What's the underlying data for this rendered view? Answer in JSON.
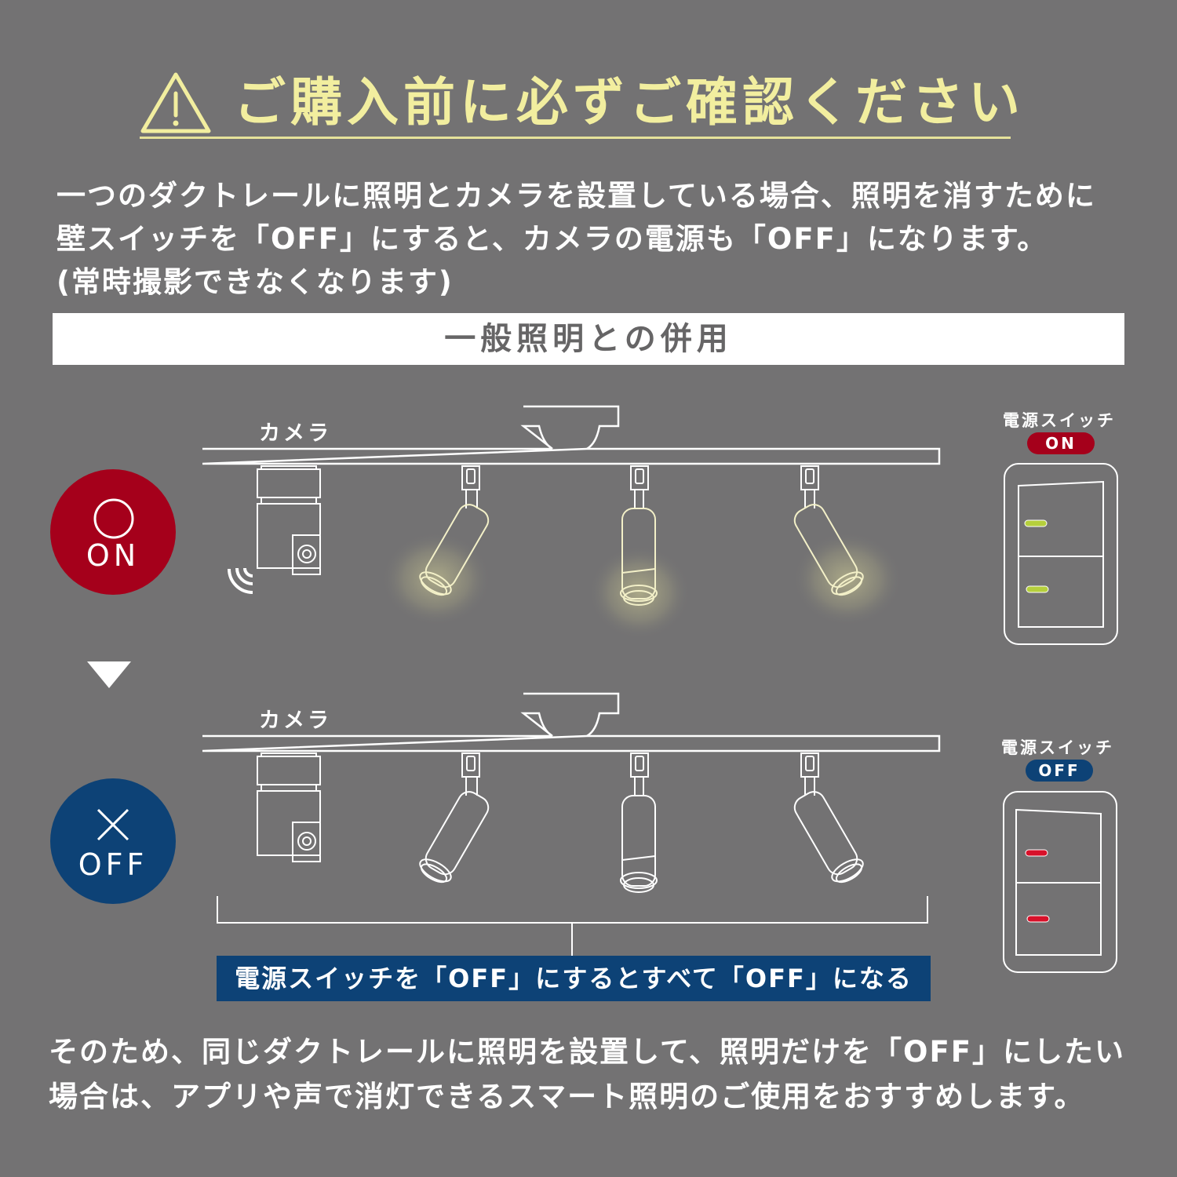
{
  "header": {
    "title": "ご購入前に必ずご確認ください",
    "icon": "warning-triangle-icon",
    "title_color": "#f2ee9f"
  },
  "intro": {
    "lines": [
      "一つのダクトレールに照明とカメラを設置している場合、照明を消すために",
      "壁スイッチを「OFF」にすると、カメラの電源も「OFF」になります。",
      "(常時撮影できなくなります)"
    ]
  },
  "section": {
    "title": "一般照明との併用"
  },
  "diagram_on": {
    "state_label": "ON",
    "state_symbol": "○",
    "state_color": "#a5001b",
    "camera_label": "カメラ",
    "lights_lit": true,
    "switch": {
      "label": "電源スイッチ",
      "state": "ON",
      "pill_color": "#a5001b",
      "indicator_color": "#b5cf3c"
    }
  },
  "transition_arrow": "down-triangle-icon",
  "diagram_off": {
    "state_label": "OFF",
    "state_symbol": "×",
    "state_color": "#0d4276",
    "camera_label": "カメラ",
    "lights_lit": false,
    "switch": {
      "label": "電源スイッチ",
      "state": "OFF",
      "pill_color": "#0d4276",
      "indicator_color": "#d8112a"
    },
    "callout": "電源スイッチを「OFF」にするとすべて「OFF」になる"
  },
  "footer": {
    "lines": [
      "そのため、同じダクトレールに照明を設置して、照明だけを「OFF」にしたい",
      "場合は、アプリや声で消灯できるスマート照明のご使用をおすすめします。"
    ]
  }
}
